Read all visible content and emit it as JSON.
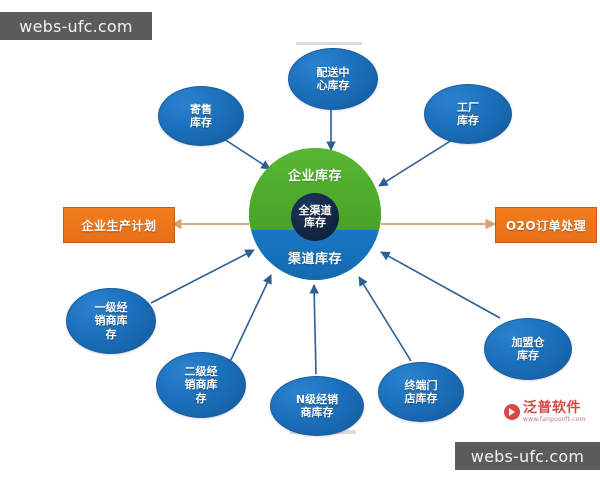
{
  "diagram": {
    "title": "全渠道库存",
    "colors": {
      "enterprise_ring": "#4caf28",
      "channel_ring": "#1878c4",
      "core": "#10233f",
      "node": "#1b6fba",
      "process_box": "#f07c1d",
      "arrow": "#2e5f93",
      "orange_connector": "#d9a06a"
    },
    "hub": {
      "top_label": "企业库存",
      "bottom_label": "渠道库存",
      "core_line1": "全渠道",
      "core_line2": "库存"
    },
    "process_boxes": [
      {
        "name": "production-plan",
        "label": "企业生产计划"
      },
      {
        "name": "o2o-order",
        "label": "O2O订单处理"
      }
    ],
    "nodes": [
      {
        "name": "consignment-inventory",
        "lines": [
          "寄售",
          "库存"
        ]
      },
      {
        "name": "distribution-center-inventory",
        "lines": [
          "配送中",
          "心库存"
        ]
      },
      {
        "name": "factory-inventory",
        "lines": [
          "工厂",
          "库存"
        ]
      },
      {
        "name": "tier1-distributor-inventory",
        "lines": [
          "一级经",
          "销商库",
          "存"
        ]
      },
      {
        "name": "tier2-distributor-inventory",
        "lines": [
          "二级经",
          "销商库",
          "存"
        ]
      },
      {
        "name": "tierN-distributor-inventory",
        "lines": [
          "N级经销",
          "商库存"
        ]
      },
      {
        "name": "terminal-store-inventory",
        "lines": [
          "终端门",
          "店库存"
        ]
      },
      {
        "name": "franchise-warehouse-inventory",
        "lines": [
          "加盟仓",
          "库存"
        ]
      }
    ]
  },
  "watermarks": {
    "top": "webs-ufc.com",
    "bottom": "webs-ufc.com"
  },
  "logo": {
    "name": "泛普软件",
    "url": "www.fanpusoft.com"
  }
}
